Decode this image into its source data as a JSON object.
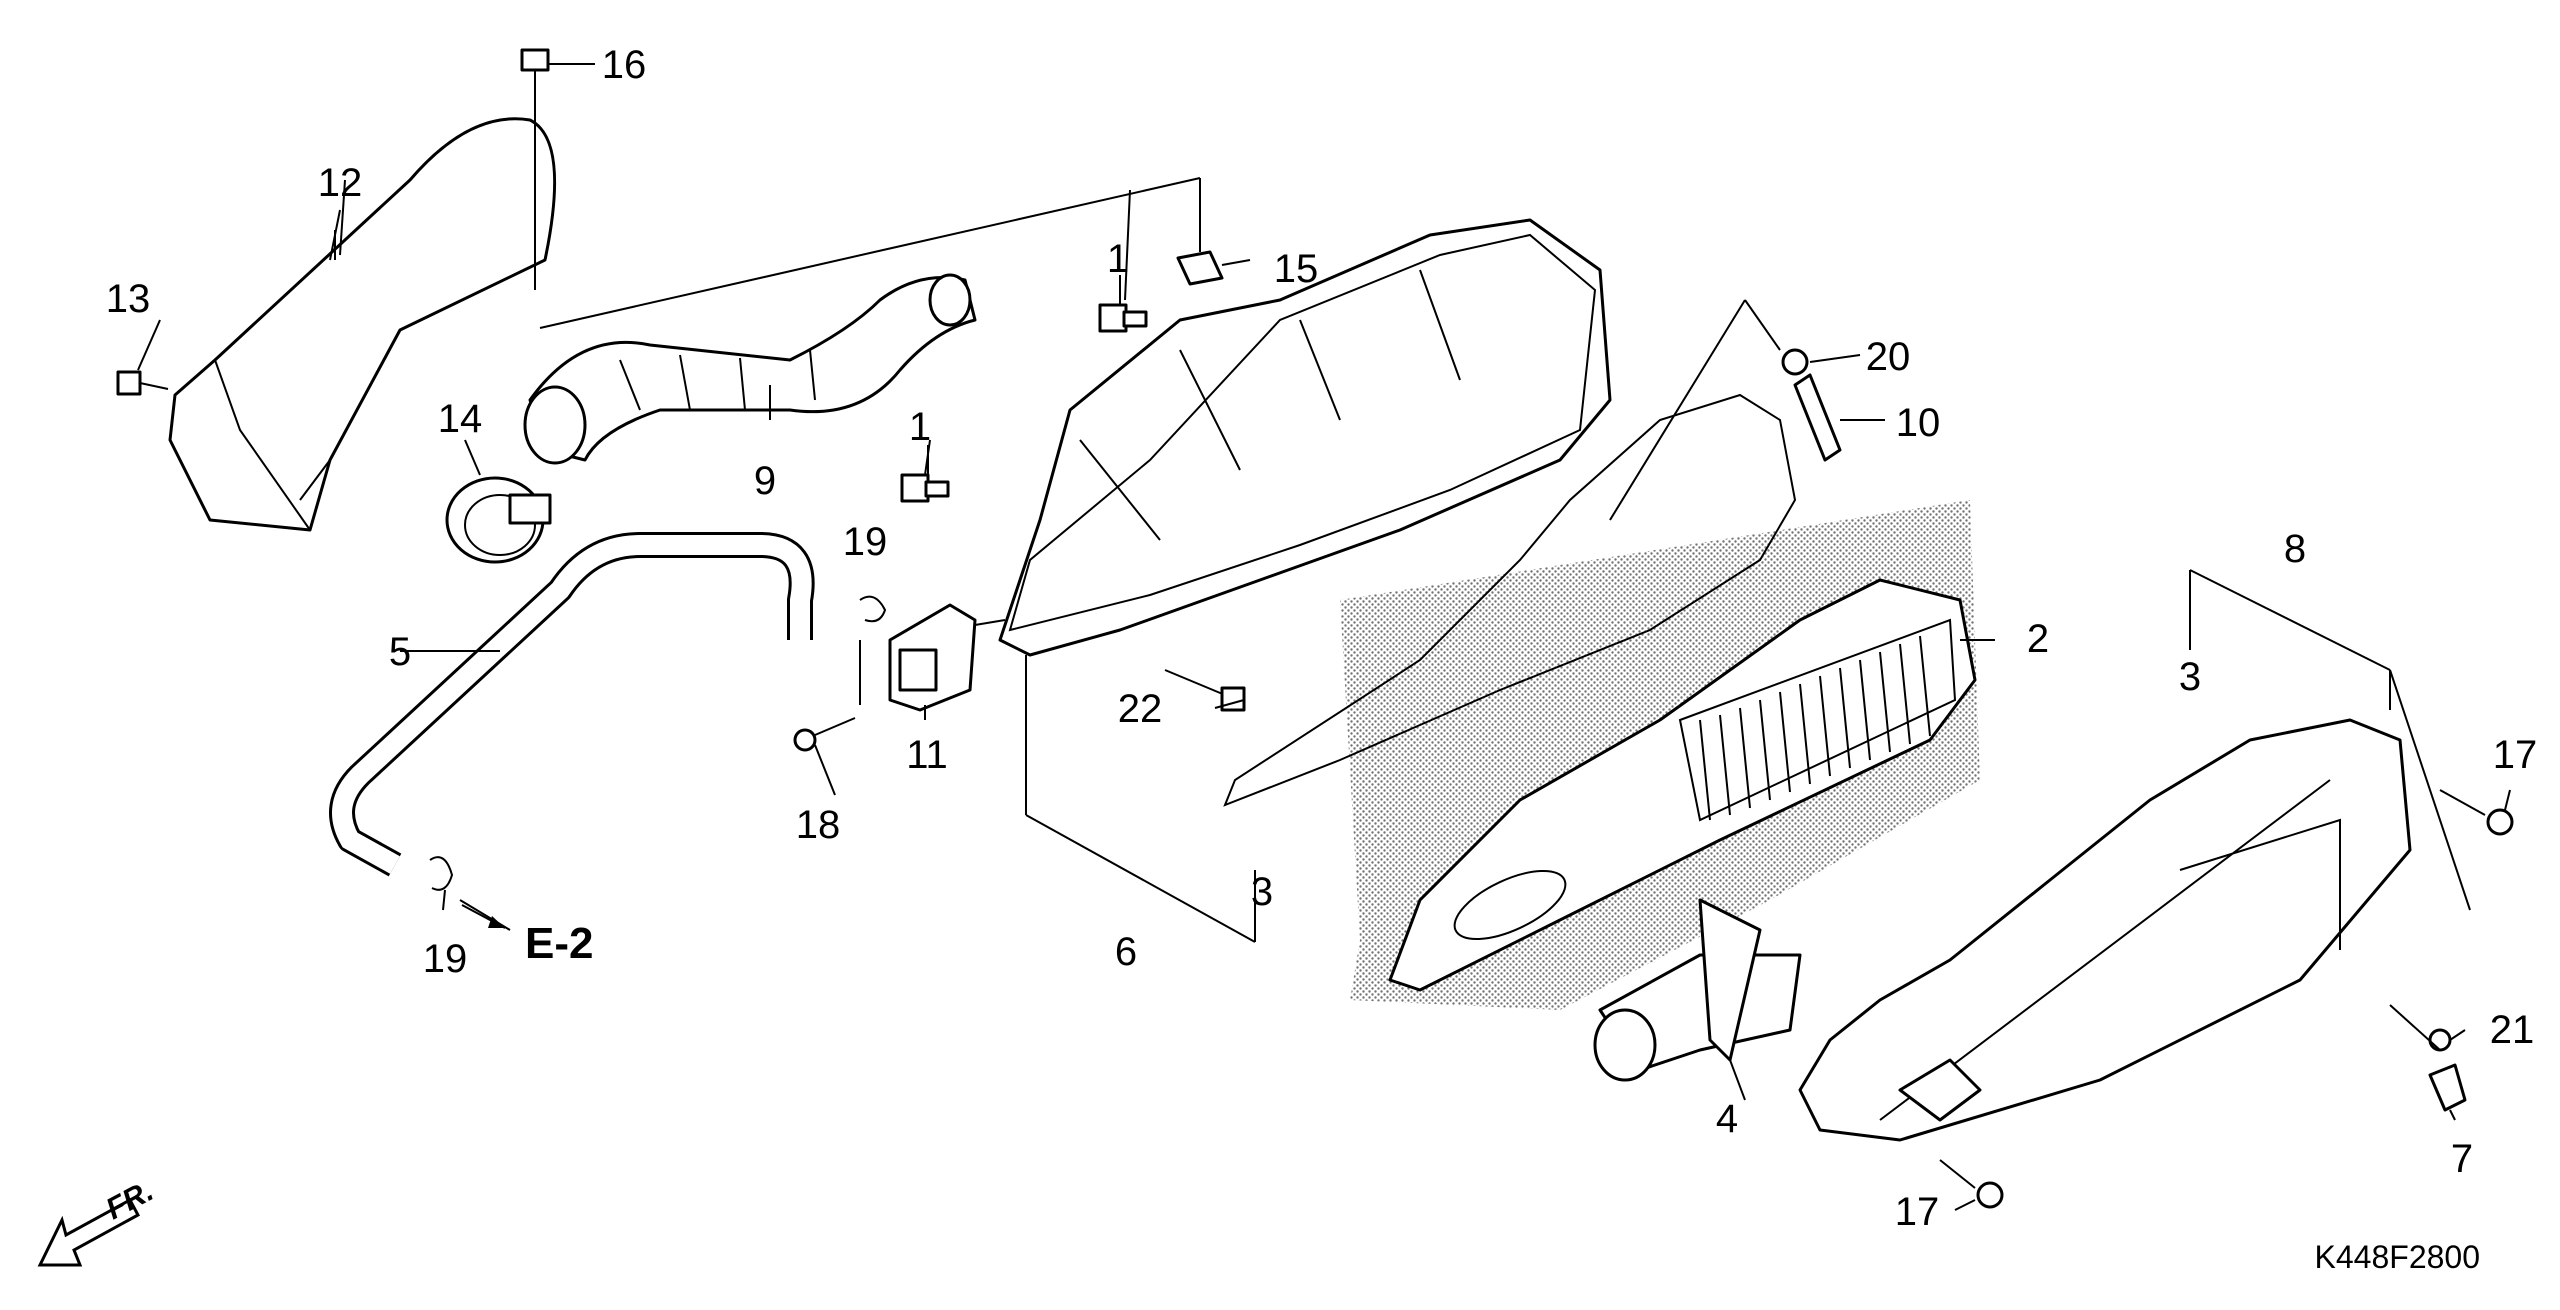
{
  "diagram": {
    "parts": [
      {
        "id": "p1a",
        "number": "1"
      },
      {
        "id": "p1b",
        "number": "1"
      },
      {
        "id": "p2",
        "number": "2"
      },
      {
        "id": "p3a",
        "number": "3"
      },
      {
        "id": "p3b",
        "number": "3"
      },
      {
        "id": "p4",
        "number": "4"
      },
      {
        "id": "p5",
        "number": "5"
      },
      {
        "id": "p6",
        "number": "6"
      },
      {
        "id": "p7",
        "number": "7"
      },
      {
        "id": "p8",
        "number": "8"
      },
      {
        "id": "p9",
        "number": "9"
      },
      {
        "id": "p10",
        "number": "10"
      },
      {
        "id": "p11",
        "number": "11"
      },
      {
        "id": "p12",
        "number": "12"
      },
      {
        "id": "p13",
        "number": "13"
      },
      {
        "id": "p14",
        "number": "14"
      },
      {
        "id": "p15",
        "number": "15"
      },
      {
        "id": "p16",
        "number": "16"
      },
      {
        "id": "p17a",
        "number": "17"
      },
      {
        "id": "p17b",
        "number": "17"
      },
      {
        "id": "p18",
        "number": "18"
      },
      {
        "id": "p19a",
        "number": "19"
      },
      {
        "id": "p19b",
        "number": "19"
      },
      {
        "id": "p20",
        "number": "20"
      },
      {
        "id": "p21",
        "number": "21"
      },
      {
        "id": "p22",
        "number": "22"
      }
    ],
    "reference": "E-2",
    "front_indicator": "FR.",
    "figure_code": "K448F2800"
  }
}
